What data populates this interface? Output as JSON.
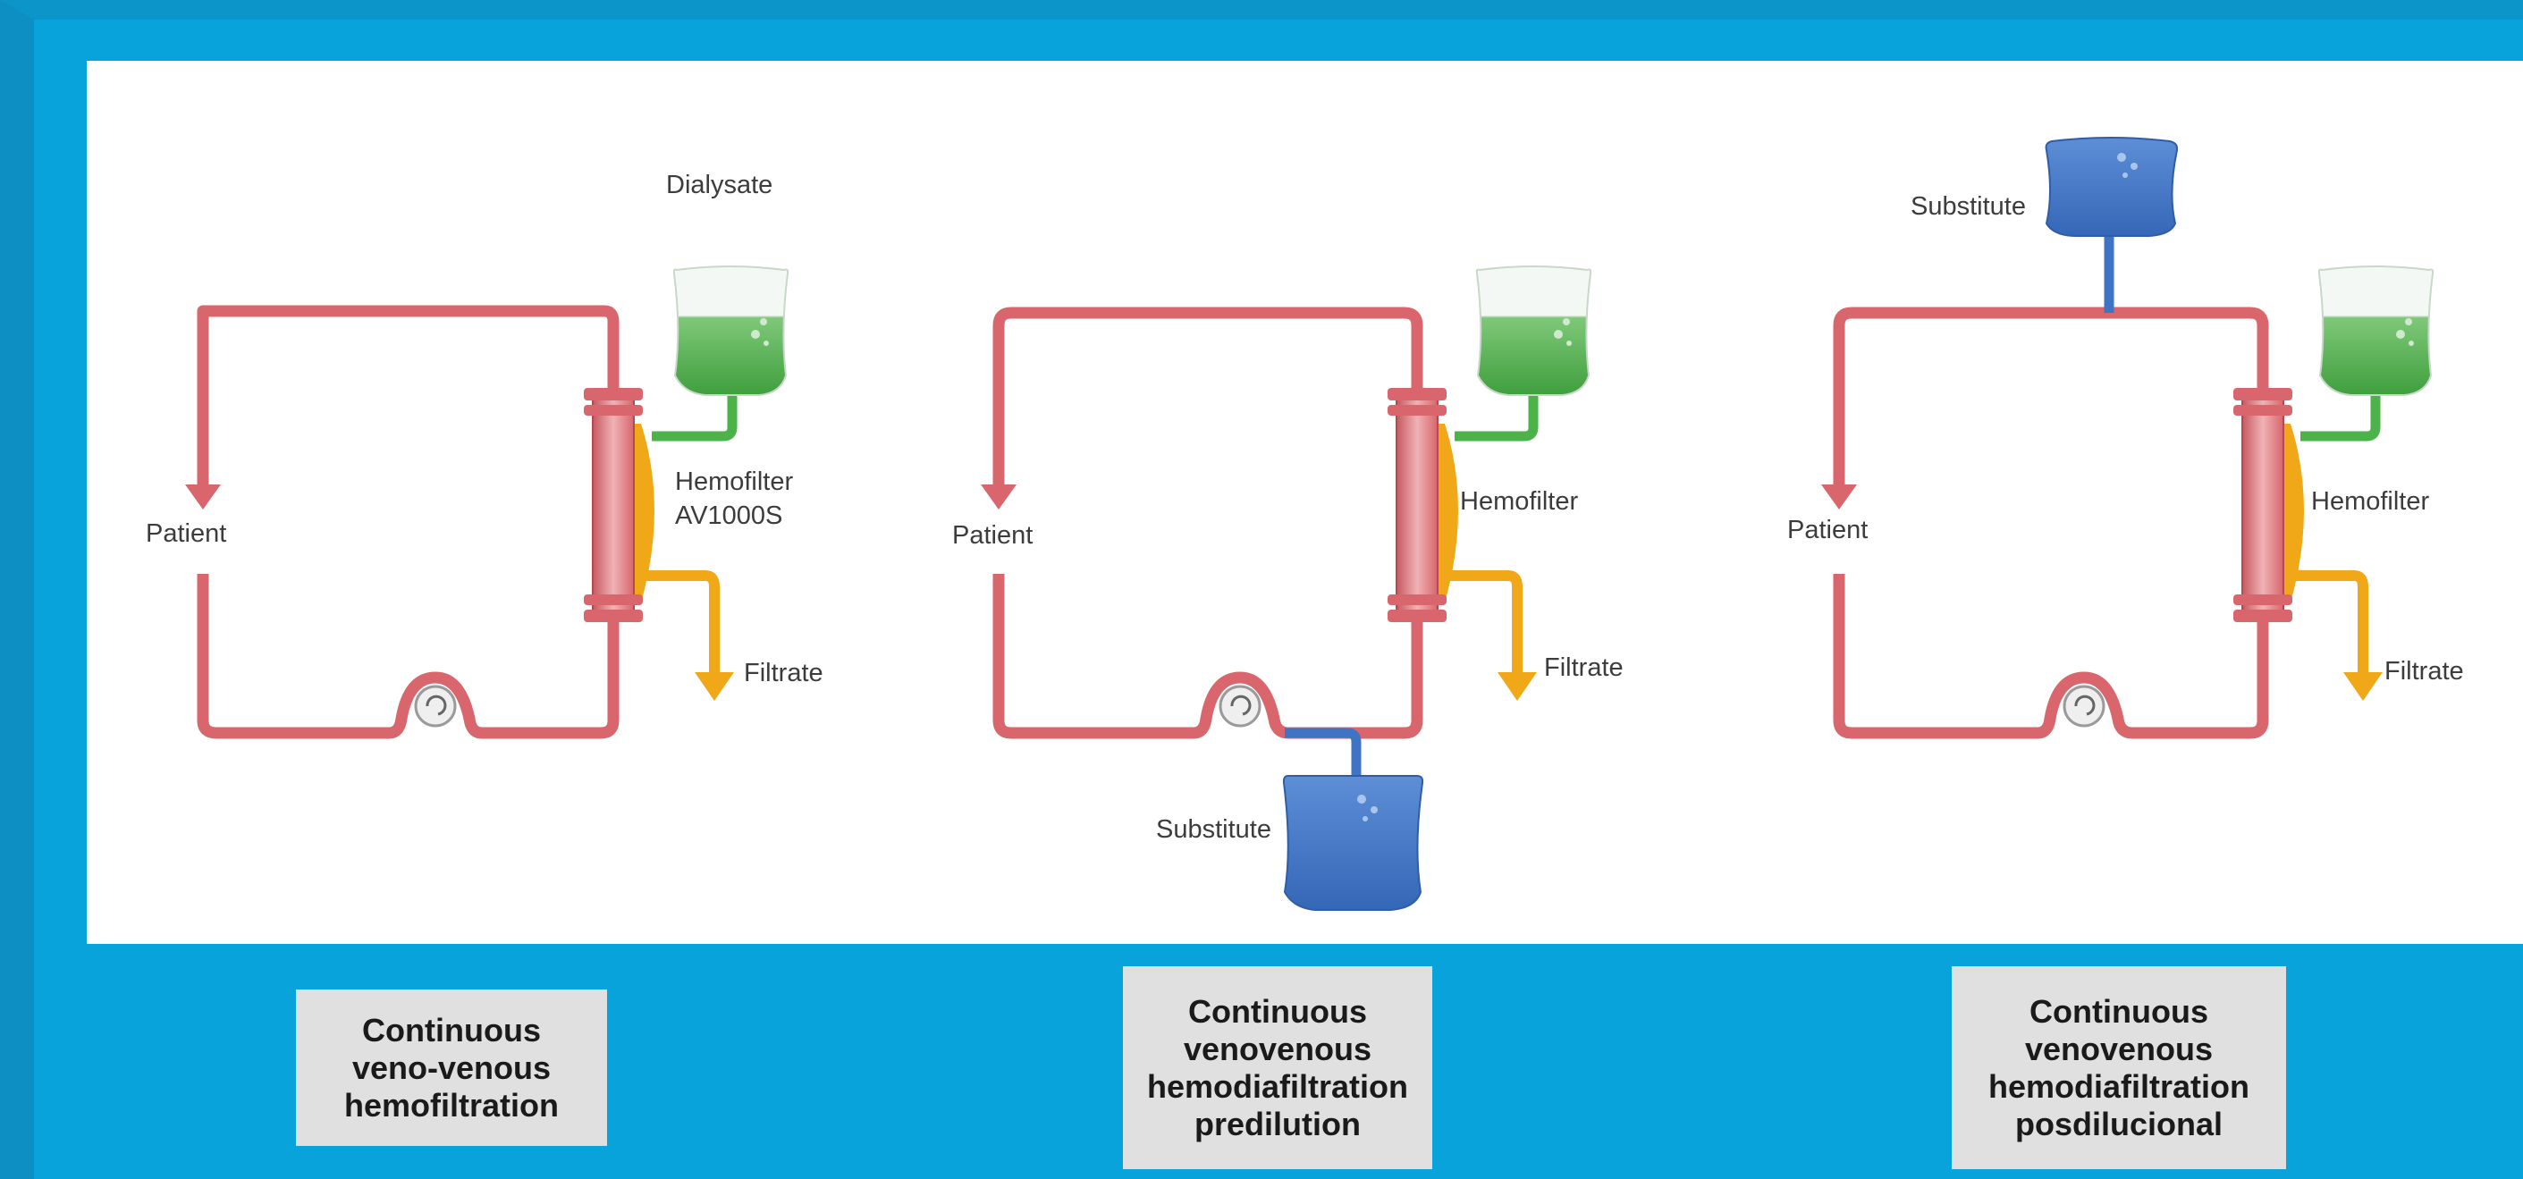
{
  "colors": {
    "frame": "#09a3dc",
    "blood_line": "#d9666c",
    "dialysate": "#4cb24a",
    "filtrate": "#f0a818",
    "substitute": "#3f74c4",
    "caption_bg": "#e0e0e0"
  },
  "diagrams": [
    {
      "patient": "Patient",
      "dialysate": "Dialysate",
      "hemofilter_line1": "Hemofilter",
      "hemofilter_line2": "AV1000S",
      "filtrate": "Filtrate",
      "caption": [
        "Continuous",
        "veno-venous",
        "hemofiltration"
      ]
    },
    {
      "patient": "Patient",
      "hemofilter_line1": "Hemofilter",
      "filtrate": "Filtrate",
      "substitute": "Substitute",
      "caption": [
        "Continuous",
        "venovenous",
        "hemodiafiltration",
        "predilution"
      ]
    },
    {
      "patient": "Patient",
      "substitute": "Substitute",
      "hemofilter_line1": "Hemofilter",
      "filtrate": "Filtrate",
      "caption": [
        "Continuous",
        "venovenous",
        "hemodiafiltration",
        "posdilucional"
      ]
    }
  ]
}
